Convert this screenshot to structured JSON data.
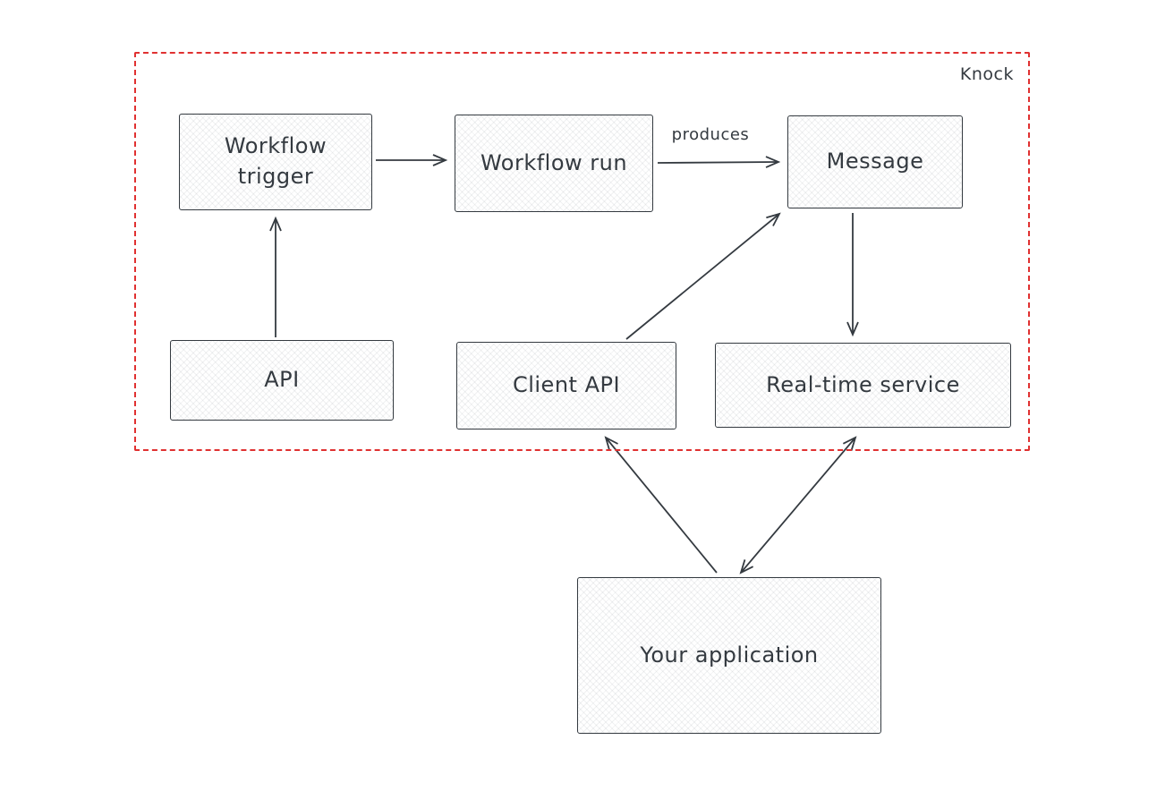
{
  "diagram": {
    "boundary": {
      "label": "Knock",
      "color": "#e03131"
    },
    "ink_color": "#343a40",
    "nodes": {
      "workflow_trigger": {
        "label": "Workflow trigger"
      },
      "workflow_run": {
        "label": "Workflow run"
      },
      "message": {
        "label": "Message"
      },
      "api": {
        "label": "API"
      },
      "client_api": {
        "label": "Client API"
      },
      "realtime_service": {
        "label": "Real-time service"
      },
      "your_application": {
        "label": "Your application"
      }
    },
    "edges": {
      "produces_label": "produces"
    }
  }
}
